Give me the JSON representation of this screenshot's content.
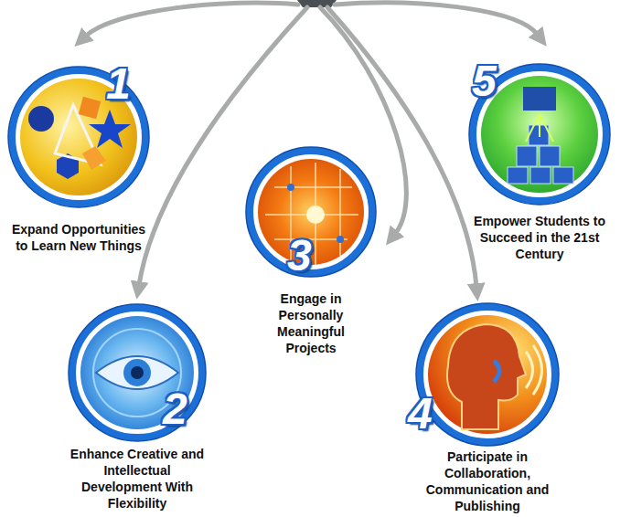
{
  "diagram": {
    "nodes": [
      {
        "text": [
          "1",
          "Expand Opportunities to Learn New Things"
        ]
      },
      {
        "text": [
          "2",
          "Enhance Creative and Intellectual Development With Flexibility"
        ]
      },
      {
        "text": [
          "3",
          "Engage in Personally Meaningful Projects"
        ]
      },
      {
        "text": [
          "4",
          "Participate in Collaboration, Communication and Publishing"
        ]
      },
      {
        "text": [
          "5",
          "Empower Students to Succeed in the 21st Century"
        ]
      }
    ]
  }
}
